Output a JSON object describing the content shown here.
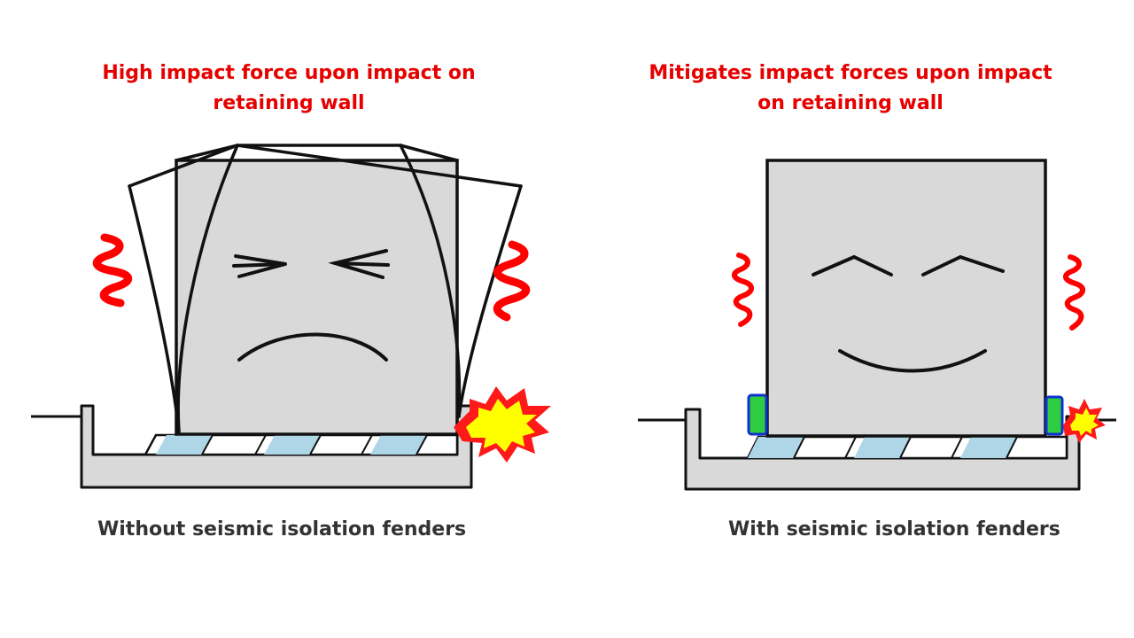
{
  "left": {
    "heading_line1": "High impact force upon impact on",
    "heading_line2": "retaining wall",
    "caption": "Without seismic isolation fenders"
  },
  "right": {
    "heading_line1": "Mitigates impact forces upon impact",
    "heading_line2": "on retaining wall",
    "caption": "With seismic isolation fenders"
  },
  "colors": {
    "heading": "#e60000",
    "caption": "#333333",
    "building": "#d9d9d9",
    "outline": "#111111",
    "bearing": "#aed6e6",
    "fender_fill": "#2ecc40",
    "fender_border": "#1030d0",
    "spark_outer": "#ff1a1a",
    "spark_inner": "#ffff00",
    "vibration": "#ff0000"
  },
  "icons": {
    "left_face": "pained-face-icon",
    "right_face": "smiling-face-icon",
    "impact": "impact-spark-icon",
    "vibration": "vibration-wave-icon"
  }
}
